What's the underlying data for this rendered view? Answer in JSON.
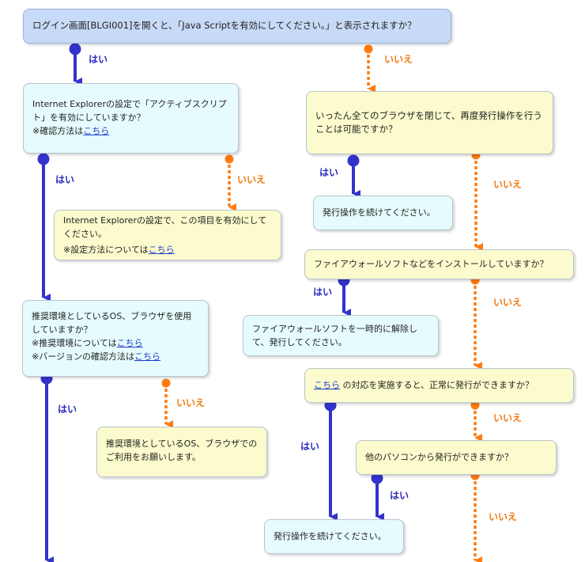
{
  "colors": {
    "yes": "#3333cc",
    "no": "#ff7a10",
    "question_blue": "#c7daf7",
    "info_cyan": "#e6fbfd",
    "note_yellow": "#fcfbcd"
  },
  "labels": {
    "yes": "はい",
    "no": "いいえ"
  },
  "q1": "ログイン画面[BLGI001]を開くと、「Java Scriptを有効にしてください。」と表示されますか？",
  "q_ie": {
    "text": "Internet Explorerの設定で「アクティブスクリプト」を有効にしていますか？",
    "check_prefix": "※確認方法は",
    "link": "こちら"
  },
  "ie_fix": {
    "text": "Internet Explorerの設定で、この項目を有効にしてください。",
    "note_prefix": "※設定方法については",
    "link": "こちら"
  },
  "q_env": {
    "text": "推奨環境としているOS、ブラウザを使用していますか？",
    "env_prefix": "※推奨環境については",
    "env_link": "こちら",
    "ver_prefix": "※バージョンの確認方法は",
    "ver_link": "こちら"
  },
  "env_fix": "推奨環境としているOS、ブラウザでのご利用をお願いします。",
  "q_restart": "いったん全てのブラウザを閉じて、再度発行操作を行うことは可能ですか？",
  "continue1": "発行操作を続けてください。",
  "q_firewall": "ファイアウォールソフトなどをインストールしていますか？",
  "firewall_fix": "ファイアウォールソフトを一時的に解除して、発行してください。",
  "q_fix": {
    "link": "こちら",
    "text": "の対応を実施すると、正常に発行ができますか？"
  },
  "q_other_pc": "他のパソコンから発行ができますか？",
  "continue2": "発行操作を続けてください。"
}
